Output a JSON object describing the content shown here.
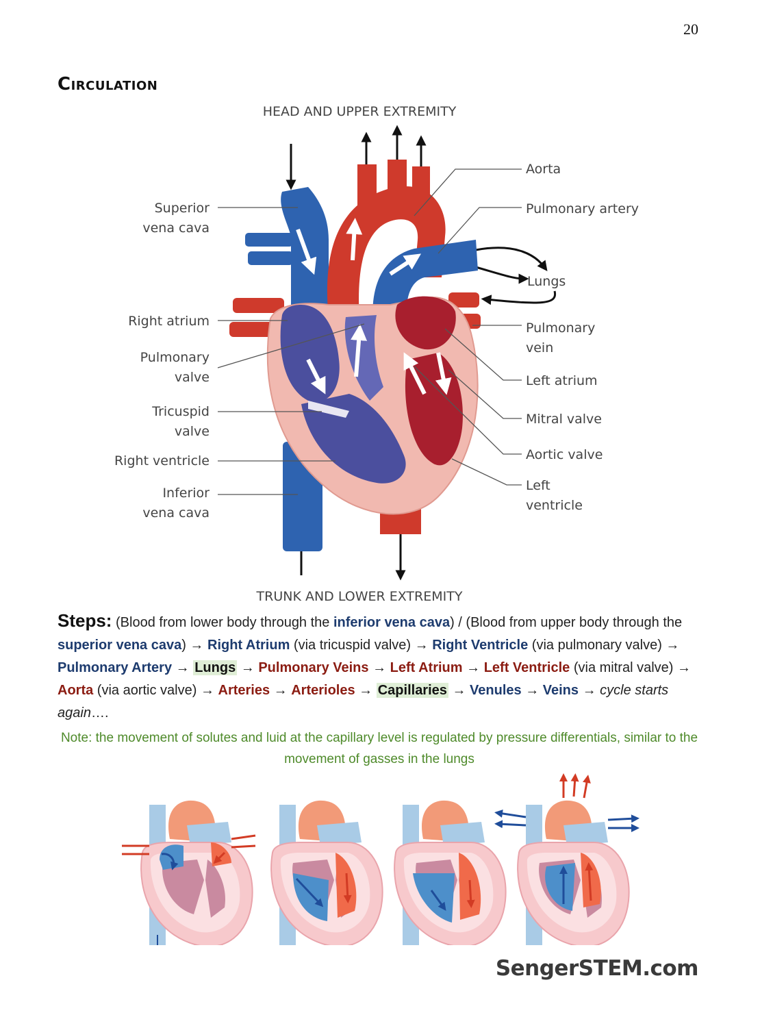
{
  "page": {
    "number": "20",
    "title": "Circulation",
    "brand": "SengerSTEM.com"
  },
  "diagram": {
    "top_label": "HEAD AND UPPER EXTREMITY",
    "bottom_label": "TRUNK AND LOWER EXTREMITY",
    "labels_left": {
      "svc_1": "Superior",
      "svc_2": "vena cava",
      "ra": "Right atrium",
      "pv_1": "Pulmonary",
      "pv_2": "valve",
      "tv_1": "Tricuspid",
      "tv_2": "valve",
      "rv": "Right ventricle",
      "ivc_1": "Inferior",
      "ivc_2": "vena cava"
    },
    "labels_right": {
      "aorta": "Aorta",
      "pa": "Pulmonary artery",
      "lungs": "Lungs",
      "pvein_1": "Pulmonary",
      "pvein_2": "vein",
      "la": "Left atrium",
      "mv": "Mitral valve",
      "av": "Aortic valve",
      "lv_1": "Left",
      "lv_2": "ventricle"
    },
    "colors": {
      "vein_blue": "#2e63b0",
      "artery_red": "#cf3a2c",
      "muscle_pink": "#f1b9b0",
      "chamber_purple": "#4b4f9e",
      "chamber_red": "#a81f2e"
    }
  },
  "steps": {
    "lead": "Steps:",
    "t1": " (Blood from lower body through the ",
    "ivc": "inferior vena cava",
    "t2": ") / (Blood from upper body through the ",
    "svc": "superior vena cava",
    "t3": ") → ",
    "ra": "Right Atrium",
    "t4": " (via tricuspid valve) → ",
    "rv": "Right Ventricle",
    "t5": " (via pulmonary valve) → ",
    "pa": "Pulmonary Artery",
    "a1": " → ",
    "lungs": "Lungs",
    "a2": " → ",
    "pveins": "Pulmonary Veins",
    "a3": " → ",
    "la": "Left Atrium",
    "a4": " → ",
    "lv": "Left Ventricle",
    "t6": " (via mitral valve) → ",
    "aorta": "Aorta",
    "t7": " (via aortic valve) → ",
    "arteries": "Arteries",
    "a5": " → ",
    "arterioles": "Arterioles",
    "a6": " → ",
    "capillaries": "Capillaries",
    "a7": " → ",
    "venules": "Venules",
    "a8": " → ",
    "veins": "Veins",
    "a9": " → ",
    "cycle": "cycle starts again",
    "ellipsis": "…."
  },
  "note": "Note: the movement of solutes and luid at the capillary level is regulated by pressure differentials, similar to the movement of gasses in the lungs"
}
